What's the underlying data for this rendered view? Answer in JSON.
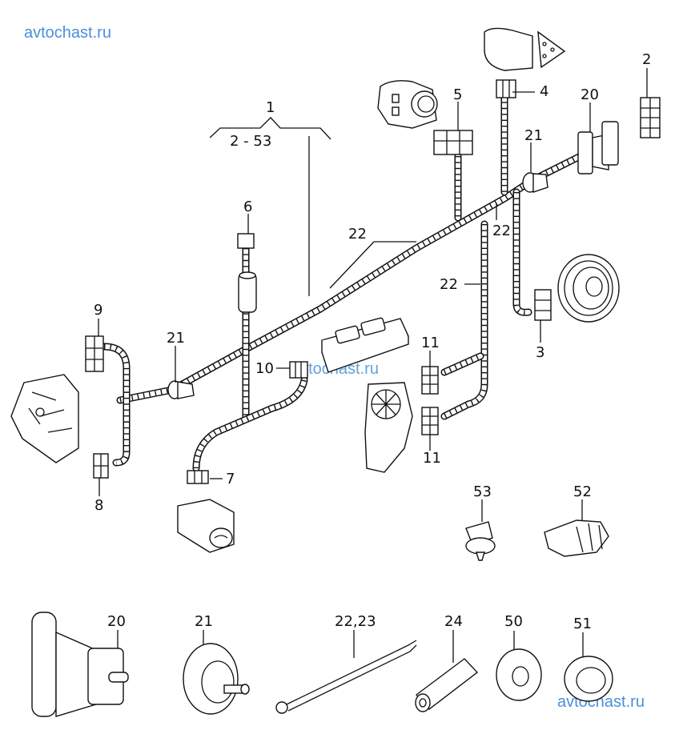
{
  "watermarks": [
    "avtochast.ru",
    "avtochast.ru",
    "avtochast.ru"
  ],
  "group_label": {
    "number": "1",
    "range": "2 - 53"
  },
  "callouts": {
    "c2": "2",
    "c3": "3",
    "c4": "4",
    "c5": "5",
    "c6": "6",
    "c7": "7",
    "c8": "8",
    "c9": "9",
    "c10": "10",
    "c11a": "11",
    "c11b": "11",
    "c20": "20",
    "c21a": "21",
    "c21b": "21",
    "c22a": "22",
    "c22b": "22",
    "c22c": "22",
    "c52": "52",
    "c53": "53"
  },
  "bottom_row": [
    {
      "label": "20",
      "part": "grommet-boot"
    },
    {
      "label": "21",
      "part": "grommet"
    },
    {
      "label": "22,23",
      "part": "cable-tie"
    },
    {
      "label": "24",
      "part": "tube-sleeve"
    },
    {
      "label": "50",
      "part": "washer-seal"
    },
    {
      "label": "51",
      "part": "ring-seal"
    }
  ]
}
